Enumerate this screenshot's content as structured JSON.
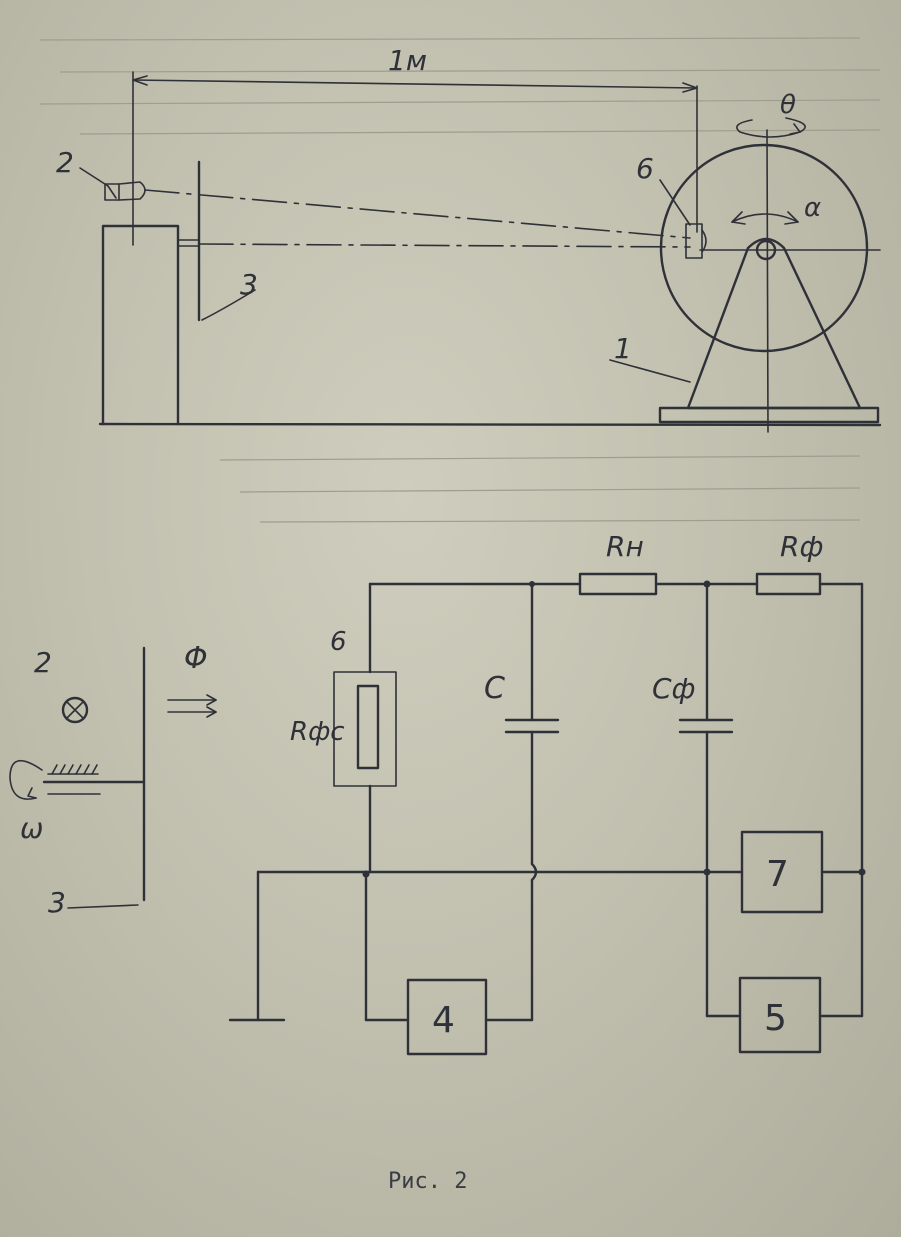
{
  "top_diagram": {
    "distance_label": "1м",
    "labels": {
      "stand": "1",
      "lamp": "2",
      "screen": "3",
      "sensor": "6",
      "rotation_vertical": "θ",
      "rotation_angle": "α"
    }
  },
  "bottom_diagram": {
    "labels": {
      "lamp": "2",
      "flux": "Φ",
      "angular_velocity": "ω",
      "screen": "3",
      "sensor": "6",
      "photoresistor": "Rфс",
      "capacitor": "C",
      "load_resistor": "Rн",
      "filter_resistor": "Rф",
      "filter_capacitor": "Cф"
    },
    "blocks": [
      "4",
      "5",
      "7"
    ]
  },
  "caption": "Рис. 2"
}
